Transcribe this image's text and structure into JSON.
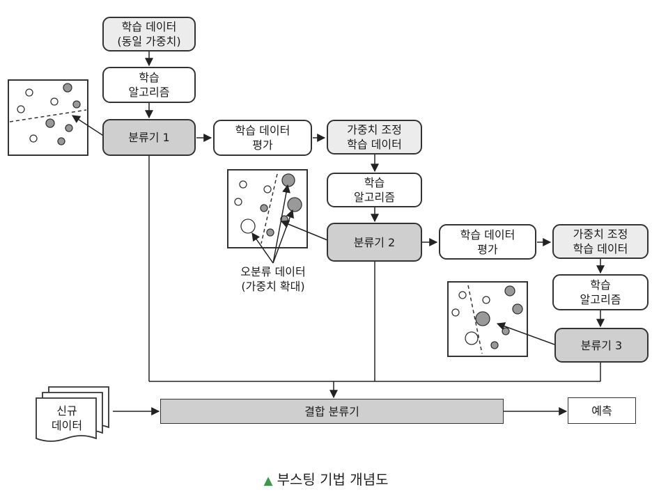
{
  "train_data_initial": {
    "line1": "학습 데이터",
    "line2": "(동일 가중치)"
  },
  "algorithm": {
    "line1": "학습",
    "line2": "알고리즘"
  },
  "classifiers": [
    "분류기 1",
    "분류기 2",
    "분류기 3"
  ],
  "evaluate": {
    "line1": "학습 데이터",
    "line2": "평가"
  },
  "weighted_data": {
    "line1": "가중치 조정",
    "line2": "학습 데이터"
  },
  "misclassified": {
    "line1": "오분류 데이터",
    "line2": "(가중치 확대)"
  },
  "new_data": {
    "line1": "신규",
    "line2": "데이터"
  },
  "combined": "결합 분류기",
  "prediction": "예측",
  "caption": "부스팅 기법 개념도",
  "colors": {
    "light_fill": "#ececec",
    "dark_fill": "#cfcfcf",
    "stroke": "#333333",
    "caption_marker": "#3a9a4a"
  }
}
